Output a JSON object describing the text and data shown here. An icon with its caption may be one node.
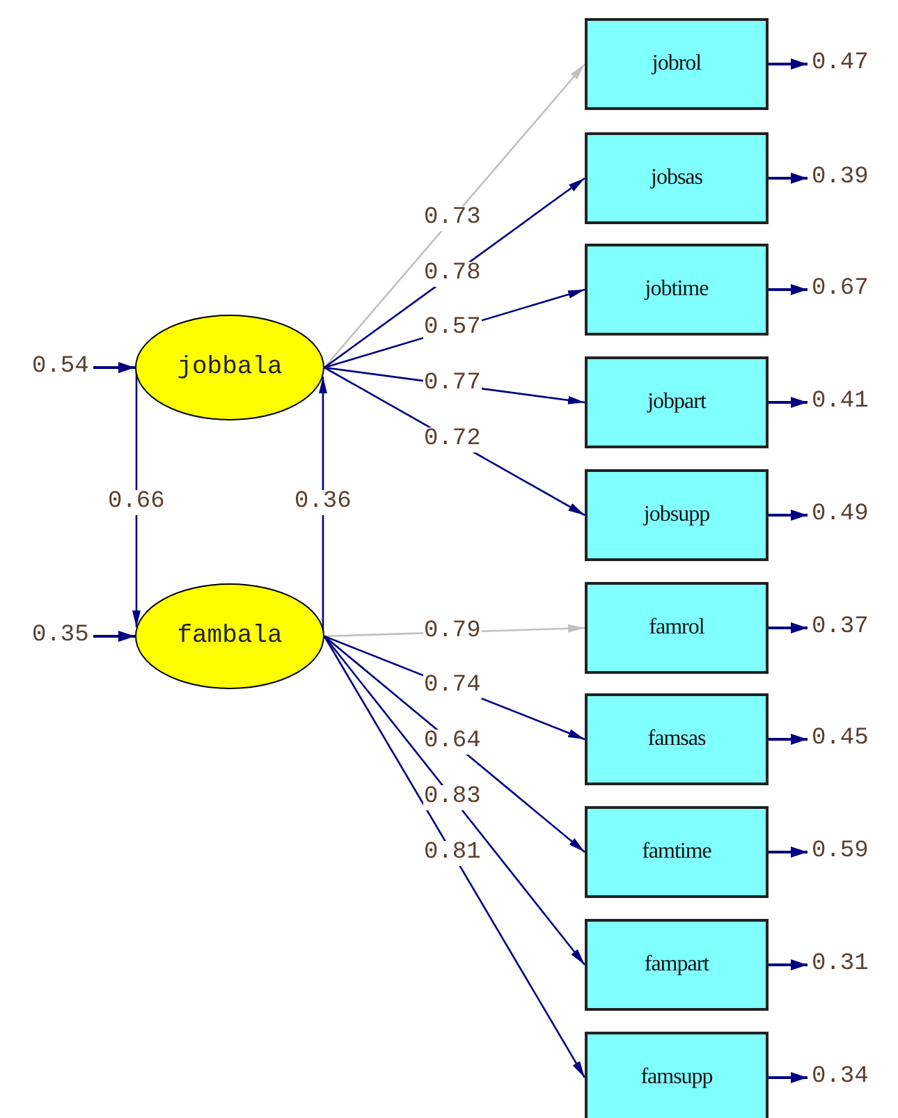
{
  "diagram": {
    "nodes": [
      {
        "text": [
          "jobbala"
        ]
      },
      {
        "text": [
          "fambala"
        ]
      },
      {
        "text": [
          "jobrol"
        ]
      },
      {
        "text": [
          "jobsas"
        ]
      },
      {
        "text": [
          "jobtime"
        ]
      },
      {
        "text": [
          "jobpart"
        ]
      },
      {
        "text": [
          "jobsupp"
        ]
      },
      {
        "text": [
          "famrol"
        ]
      },
      {
        "text": [
          "famsas"
        ]
      },
      {
        "text": [
          "famtime"
        ]
      },
      {
        "text": [
          "fampart"
        ]
      },
      {
        "text": [
          "famsupp"
        ]
      }
    ],
    "edges": [
      {
        "from": null,
        "to": 0,
        "arrow": "to",
        "label": "0.54"
      },
      {
        "from": null,
        "to": 1,
        "arrow": "to",
        "label": "0.35"
      },
      {
        "from": 0,
        "to": 1,
        "arrow": "to",
        "label": "0.66"
      },
      {
        "from": 1,
        "to": 0,
        "arrow": "to",
        "label": "0.36"
      },
      {
        "from": 0,
        "to": 2,
        "arrow": "to",
        "label": "0.73",
        "color": "#c0c0c0"
      },
      {
        "from": 0,
        "to": 3,
        "arrow": "to",
        "label": "0.78"
      },
      {
        "from": 0,
        "to": 4,
        "arrow": "to",
        "label": "0.57"
      },
      {
        "from": 0,
        "to": 5,
        "arrow": "to",
        "label": "0.77"
      },
      {
        "from": 0,
        "to": 6,
        "arrow": "to",
        "label": "0.72"
      },
      {
        "from": 1,
        "to": 7,
        "arrow": "to",
        "label": "0.79",
        "color": "#c0c0c0"
      },
      {
        "from": 1,
        "to": 8,
        "arrow": "to",
        "label": "0.74"
      },
      {
        "from": 1,
        "to": 9,
        "arrow": "to",
        "label": "0.64"
      },
      {
        "from": 1,
        "to": 10,
        "arrow": "to",
        "label": "0.83"
      },
      {
        "from": 1,
        "to": 11,
        "arrow": "to",
        "label": "0.81"
      },
      {
        "from": 2,
        "to": null,
        "arrow": "to",
        "label": "0.47"
      },
      {
        "from": 3,
        "to": null,
        "arrow": "to",
        "label": "0.39"
      },
      {
        "from": 4,
        "to": null,
        "arrow": "to",
        "label": "0.67"
      },
      {
        "from": 5,
        "to": null,
        "arrow": "to",
        "label": "0.41"
      },
      {
        "from": 6,
        "to": null,
        "arrow": "to",
        "label": "0.49"
      },
      {
        "from": 7,
        "to": null,
        "arrow": "to",
        "label": "0.37"
      },
      {
        "from": 8,
        "to": null,
        "arrow": "to",
        "label": "0.45"
      },
      {
        "from": 9,
        "to": null,
        "arrow": "to",
        "label": "0.59"
      },
      {
        "from": 10,
        "to": null,
        "arrow": "to",
        "label": "0.31"
      },
      {
        "from": 11,
        "to": null,
        "arrow": "to",
        "label": "0.34"
      }
    ]
  }
}
